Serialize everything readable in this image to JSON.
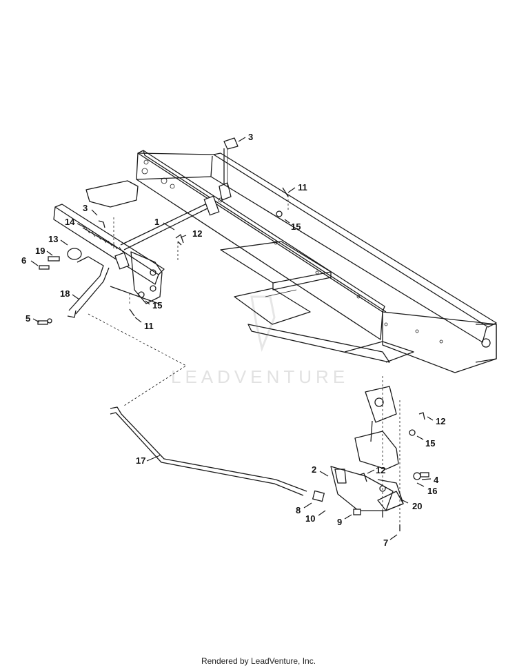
{
  "watermark": "LEADVENTURE",
  "credit": "Rendered by LeadVenture, Inc.",
  "callouts": {
    "c1": "1",
    "c2": "2",
    "c3a": "3",
    "c3b": "3",
    "c4": "4",
    "c5": "5",
    "c6": "6",
    "c7": "7",
    "c8": "8",
    "c9": "9",
    "c10": "10",
    "c11a": "11",
    "c11b": "11",
    "c12a": "12",
    "c12b": "12",
    "c12c": "12",
    "c13": "13",
    "c14": "14",
    "c15a": "15",
    "c15b": "15",
    "c15c": "15",
    "c16": "16",
    "c17": "17",
    "c18": "18",
    "c19": "19",
    "c20": "20"
  }
}
